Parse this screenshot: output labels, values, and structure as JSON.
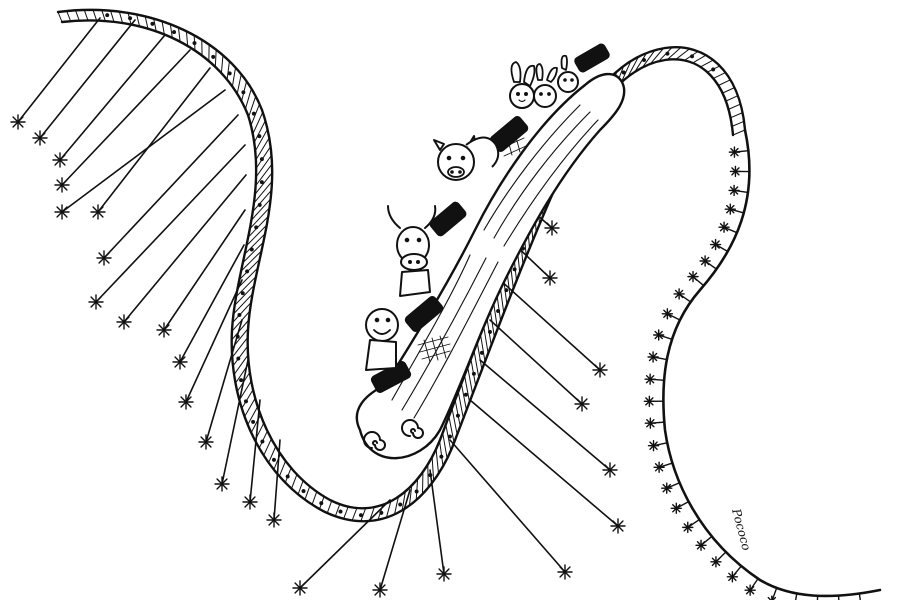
{
  "scene": {
    "subject": "roller-coaster",
    "riders": [
      "boy",
      "cow",
      "pig",
      "rabbit",
      "rabbit",
      "rabbit"
    ],
    "signature": "Pococo"
  },
  "palette": {
    "ink": "#111111",
    "paper": "#ffffff"
  }
}
